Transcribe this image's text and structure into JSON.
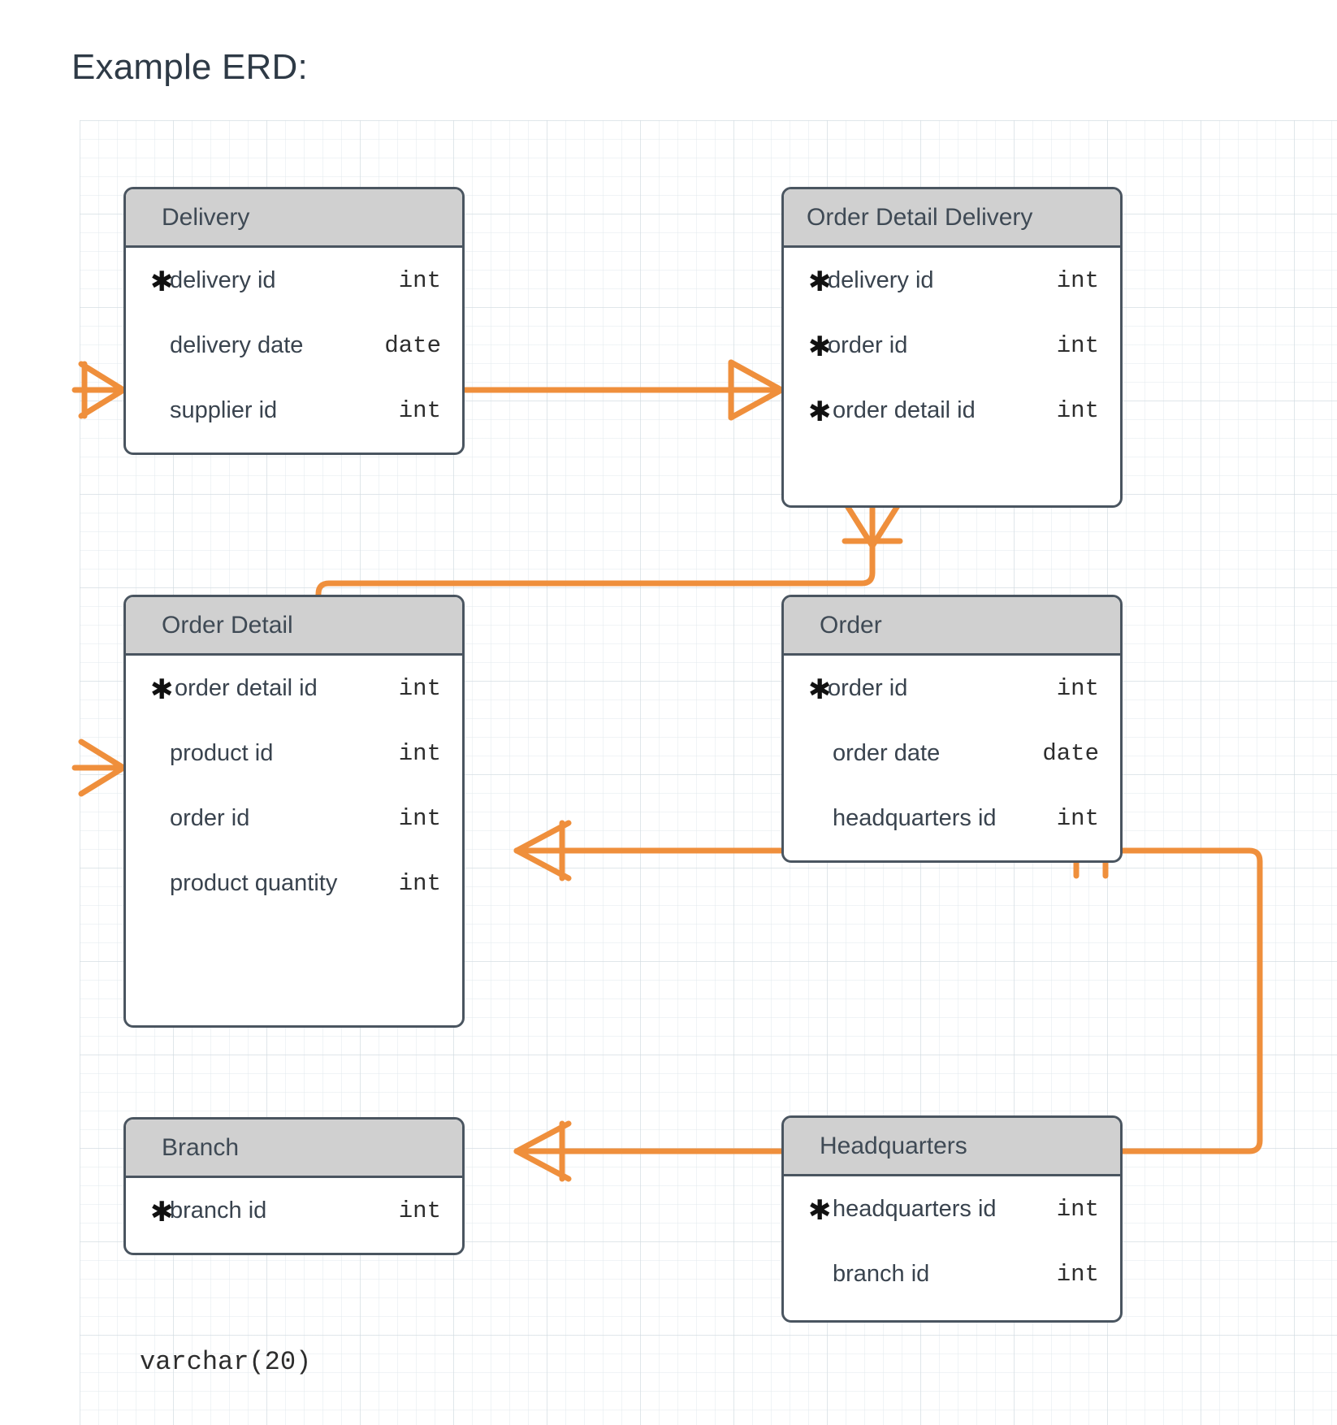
{
  "page": {
    "title": "Example ERD:",
    "stray_note": "varchar(20)",
    "colors": {
      "connector": "#ef8f3c",
      "entity_border": "#4a5560",
      "entity_header_fill": "#d0d0d0",
      "text": "#39434e",
      "grid": "#d2dae0"
    }
  },
  "diagram": {
    "type": "erd",
    "notation": "crow's foot",
    "entities": [
      {
        "id": "delivery",
        "name": "Delivery",
        "attributes": [
          {
            "pk": true,
            "name": "delivery id",
            "type": "int"
          },
          {
            "pk": false,
            "name": "delivery date",
            "type": "date"
          },
          {
            "pk": false,
            "name": "supplier id",
            "type": "int"
          }
        ]
      },
      {
        "id": "order-detail-delivery",
        "name": "Order Detail Delivery",
        "attributes": [
          {
            "pk": true,
            "name": "delivery id",
            "type": "int"
          },
          {
            "pk": true,
            "name": "order id",
            "type": "int"
          },
          {
            "pk": true,
            "name": "order detail id",
            "type": "int"
          }
        ]
      },
      {
        "id": "order-detail",
        "name": "Order Detail",
        "attributes": [
          {
            "pk": true,
            "name": "order detail id",
            "type": "int"
          },
          {
            "pk": false,
            "name": "product id",
            "type": "int"
          },
          {
            "pk": false,
            "name": "order id",
            "type": "int"
          },
          {
            "pk": false,
            "name": "product quantity",
            "type": "int"
          }
        ]
      },
      {
        "id": "order",
        "name": "Order",
        "attributes": [
          {
            "pk": true,
            "name": "order id",
            "type": "int"
          },
          {
            "pk": false,
            "name": "order date",
            "type": "date"
          },
          {
            "pk": false,
            "name": "headquarters id",
            "type": "int"
          }
        ]
      },
      {
        "id": "branch",
        "name": "Branch",
        "attributes": [
          {
            "pk": true,
            "name": "branch id",
            "type": "int"
          }
        ]
      },
      {
        "id": "headquarters",
        "name": "Headquarters",
        "attributes": [
          {
            "pk": true,
            "name": "headquarters id",
            "type": "int"
          },
          {
            "pk": false,
            "name": "branch id",
            "type": "int"
          }
        ]
      }
    ],
    "relationships": [
      {
        "id": "rel-delivery-odd",
        "from": "delivery",
        "to": "order-detail-delivery",
        "from_end": "crows-foot",
        "to_end": "crows-foot"
      },
      {
        "id": "rel-odd-od",
        "from": "order-detail-delivery",
        "to": "order-detail",
        "from_end": "crows-foot",
        "to_end": "line"
      },
      {
        "id": "rel-od-order",
        "from": "order-detail",
        "to": "order",
        "from_end": "crows-foot",
        "to_end": "line"
      },
      {
        "id": "rel-order-hq",
        "from": "order",
        "to": "headquarters",
        "from_end": "one-and-only-one",
        "to_end": "one-and-only-one"
      },
      {
        "id": "rel-branch-hq",
        "from": "branch",
        "to": "headquarters",
        "from_end": "crows-foot",
        "to_end": "line"
      },
      {
        "id": "rel-delivery-left",
        "from": "delivery",
        "to": "",
        "from_end": "crows-foot",
        "to_end": "open"
      },
      {
        "id": "rel-od-left",
        "from": "order-detail",
        "to": "",
        "from_end": "crows-foot",
        "to_end": "open"
      }
    ]
  }
}
